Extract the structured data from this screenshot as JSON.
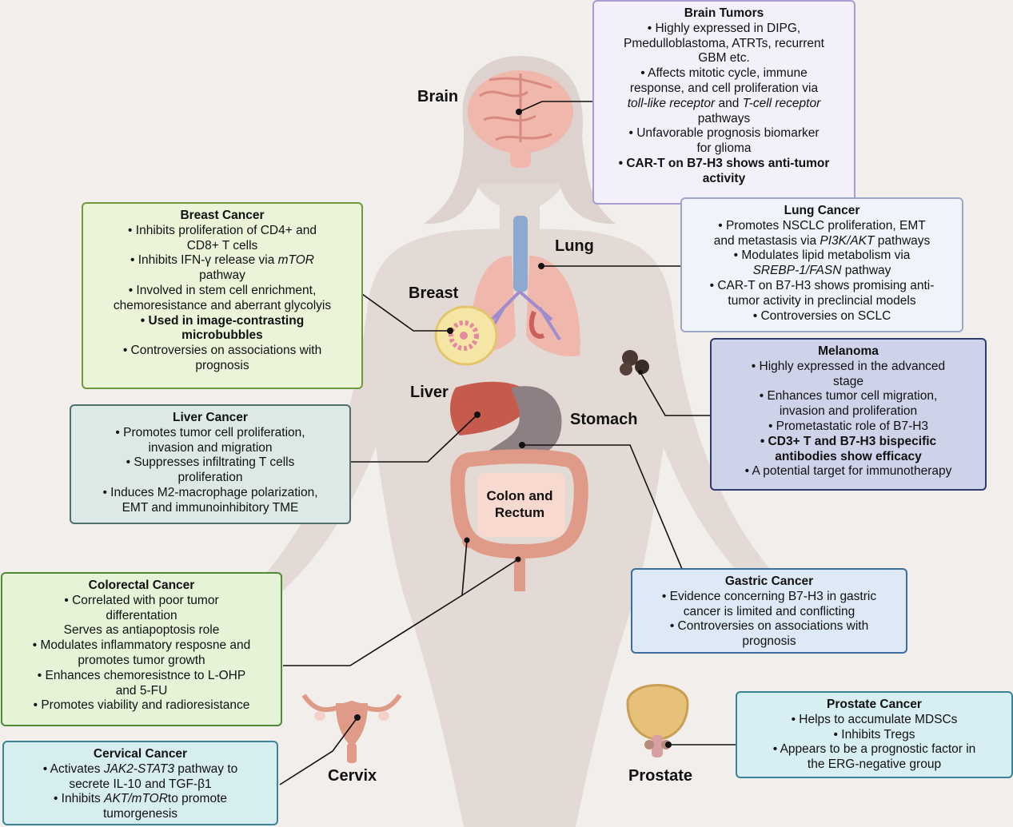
{
  "colors": {
    "background": "#f1eeec",
    "silhouette": "#e3dad6",
    "connector": "#111111"
  },
  "organ_labels": {
    "brain": "Brain",
    "lung": "Lung",
    "breast": "Breast",
    "liver": "Liver",
    "stomach": "Stomach",
    "colon_rectum": [
      "Colon and",
      "Rectum"
    ],
    "cervix": "Cervix",
    "prostate": "Prostate"
  },
  "boxes": {
    "brain": {
      "title": "Brain Tumors",
      "border": "#a99bd3",
      "fill": "#f3f0fb",
      "lines": [
        "• Highly expressed in DIPG,",
        "Pmedulloblastoma, ATRTs, recurrent",
        "GBM etc.",
        "• Affects mitotic cycle, immune",
        "response, and cell proliferation via",
        [
          "",
          "toll-like receptor",
          " and ",
          "T-cell receptor",
          ""
        ],
        "pathways",
        "• Unfavorable prognosis biomarker",
        "for glioma",
        {
          "bold": "• CAR-T on B7-H3 shows anti-tumor"
        },
        {
          "bold": "activity"
        }
      ]
    },
    "lung": {
      "title": "Lung Cancer",
      "border": "#9aa5c9",
      "fill": "#f1f3fa",
      "lines": [
        "• Promotes NSCLC proliferation, EMT",
        [
          "and metastasis via ",
          "PI3K/AKT",
          " pathways"
        ],
        "• Modulates lipid metabolism via",
        [
          "",
          "SREBP-1/FASN",
          " pathway"
        ],
        "• CAR-T on B7-H3 shows promising anti-",
        "tumor activity in preclincial models",
        "• Controversies on SCLC"
      ]
    },
    "breast": {
      "title": "Breast Cancer",
      "border": "#6d9a3a",
      "fill": "#eaf4d8",
      "lines": [
        "• Inhibits proliferation of CD4+ and",
        "CD8+ T cells",
        [
          "• Inhibits IFN-γ release via ",
          "mTOR",
          ""
        ],
        "pathway",
        "• Involved in stem cell enrichment,",
        "chemoresistance and aberrant glycolyis",
        {
          "bold": "• Used in image-contrasting"
        },
        {
          "bold": "microbubbles"
        },
        "• Controversies on associations with",
        "prognosis"
      ]
    },
    "melanoma": {
      "title": "Melanoma",
      "border": "#2f3d6e",
      "fill": "#cfd3ea",
      "lines": [
        "• Highly expressed in the advanced",
        "stage",
        "• Enhances tumor cell migration,",
        "invasion and proliferation",
        "• Prometastatic role of B7-H3",
        {
          "bold": "• CD3+ T and B7-H3 bispecific"
        },
        {
          "bold": "antibodies show efficacy"
        },
        "• A potential target for immunotherapy"
      ]
    },
    "liver": {
      "title": "Liver  Cancer",
      "border": "#4f6f6a",
      "fill": "#dde9e6",
      "lines": [
        "• Promotes tumor cell proliferation,",
        "invasion and migration",
        "• Suppresses infiltrating T cells",
        "proliferation",
        "• Induces M2-macrophage polarization,",
        "EMT and immunoinhibitory TME"
      ]
    },
    "gastric": {
      "title": "Gastric Cancer",
      "border": "#3d6d9a",
      "fill": "#dde9f6",
      "lines": [
        "• Evidence concerning B7-H3 in gastric",
        "cancer is limited and conflicting",
        "• Controversies on associations with",
        "prognosis"
      ]
    },
    "colorectal": {
      "title": "Colorectal Cancer",
      "border": "#4f8a35",
      "fill": "#e5f3d7",
      "lines": [
        "• Correlated with poor tumor",
        "differentation",
        "Serves as antiapoptosis role",
        "• Modulates inflammatory resposne and",
        "promotes tumor growth",
        "• Enhances chemoresistnce to L-OHP",
        "and 5-FU",
        "• Promotes viability and radioresistance"
      ]
    },
    "prostate": {
      "title": "Prostate Cancer",
      "border": "#3b8494",
      "fill": "#d7eef2",
      "lines": [
        "• Helps to accumulate MDSCs",
        "• Inhibits Tregs",
        "• Appears to be a prognostic factor in",
        "the ERG-negative group"
      ]
    },
    "cervical": {
      "title": "Cervical Cancer",
      "border": "#3b8494",
      "fill": "#d7eef0",
      "lines": [
        [
          "• Activates ",
          "JAK2-STAT3",
          " pathway to"
        ],
        "secrete IL-10 and TGF-β1",
        [
          "• Inhibits ",
          "AKT/mTOR",
          "to promote"
        ],
        "tumorgenesis"
      ]
    }
  }
}
